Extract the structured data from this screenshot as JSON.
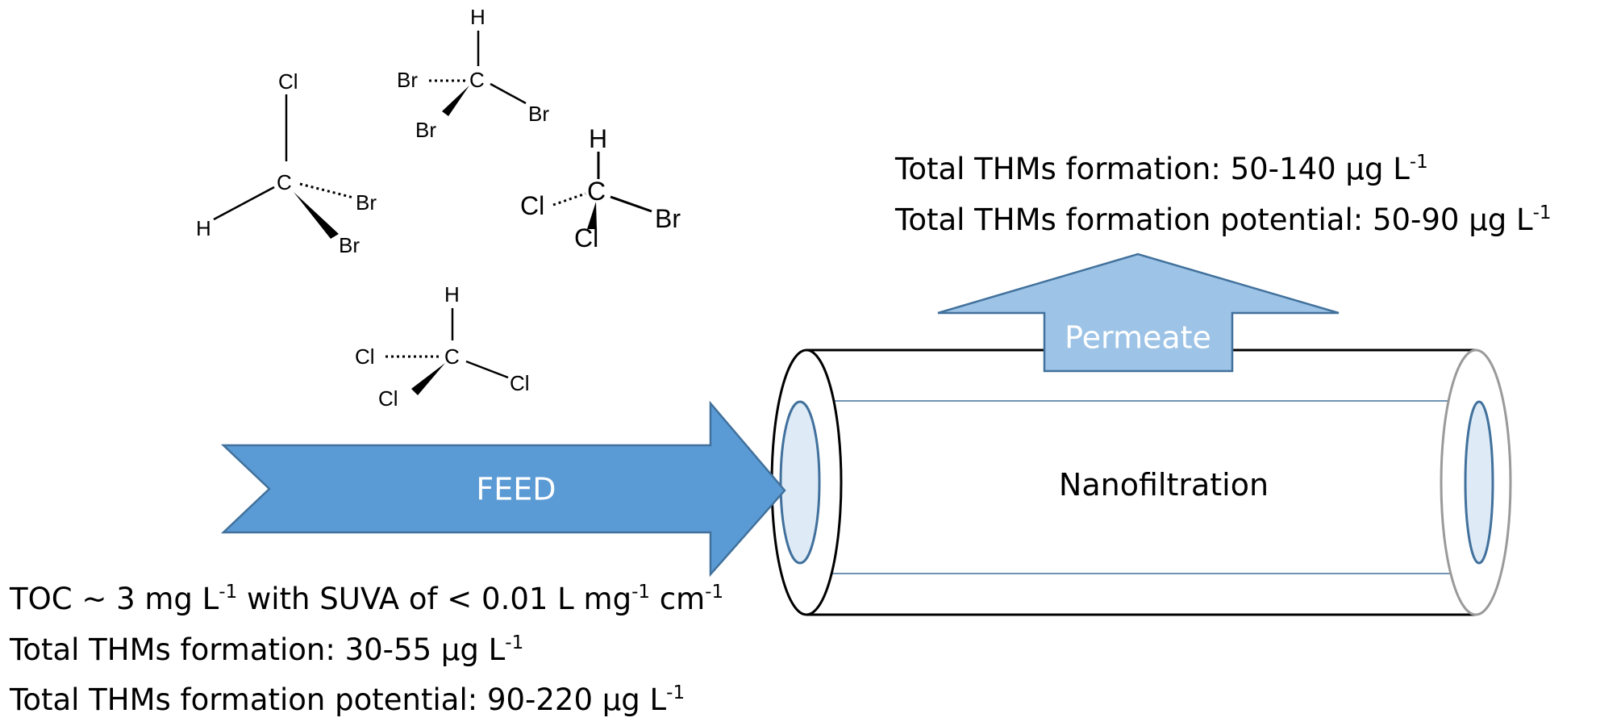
{
  "molecules": {
    "m1": {
      "top": "Cl",
      "left": "H",
      "right": "Br",
      "wedge": "Br",
      "center": "C"
    },
    "m2": {
      "top": "H",
      "left": "Br",
      "right": "Br",
      "wedge": "Br",
      "center": "C"
    },
    "m3": {
      "top": "H",
      "left": "Cl",
      "right": "Br",
      "wedge": "Cl",
      "center": "C"
    },
    "m4": {
      "top": "H",
      "left": "Cl",
      "right": "Cl",
      "wedge": "Cl",
      "center": "C"
    }
  },
  "feed": {
    "label": "FEED",
    "color": "#5b9bd5"
  },
  "permeate": {
    "label": "Permeate",
    "color": "#9dc3e6",
    "formation_text": "Total THMs formation: 50-140 µg L",
    "formation_sup": "-1",
    "potential_text": "Total THMs formation potential: 50-90 µg L",
    "potential_sup": "-1"
  },
  "unit": {
    "label": "Nanofiltration",
    "inner_color": "#deebf7",
    "ring_color": "#41719c"
  },
  "feed_info": {
    "toc_a": "TOC ~ 3 mg L",
    "toc_a_sup": "-1",
    "toc_b": " with SUVA of < 0.01 L mg",
    "toc_b_sup": "-1",
    "toc_c": " cm",
    "toc_c_sup": "-1",
    "formation_text": "Total THMs formation: 30-55 µg L",
    "formation_sup": "-1",
    "potential_text": "Total THMs formation potential: 90-220 µg L",
    "potential_sup": "-1"
  }
}
